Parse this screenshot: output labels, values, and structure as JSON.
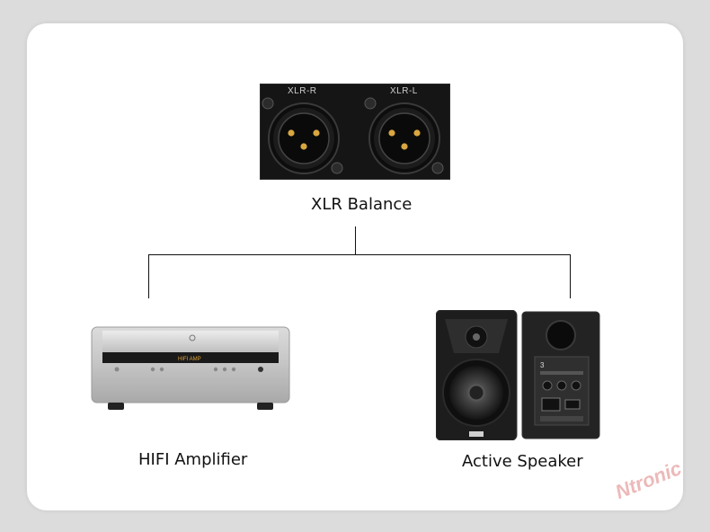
{
  "panel": {
    "jack_right_label": "XLR-R",
    "jack_left_label": "XLR-L"
  },
  "source": {
    "label": "XLR Balance"
  },
  "outputs": [
    {
      "label": "HIFI Amplifier"
    },
    {
      "label": "Active Speaker"
    }
  ],
  "amplifier": {
    "display_text": "HIFI AMP"
  },
  "speaker": {
    "rear_model_digit": "3"
  },
  "watermark": {
    "text": "Ntronic"
  },
  "colors": {
    "card": "#ffffff",
    "background": "#dcdcdc",
    "connector_line": "#111111",
    "panel": "#151515",
    "pin_gold": "#d9a640",
    "amp_silver": "#c9c9c9",
    "amp_display": "#e0a23a",
    "watermark": "#e8a2a2"
  }
}
